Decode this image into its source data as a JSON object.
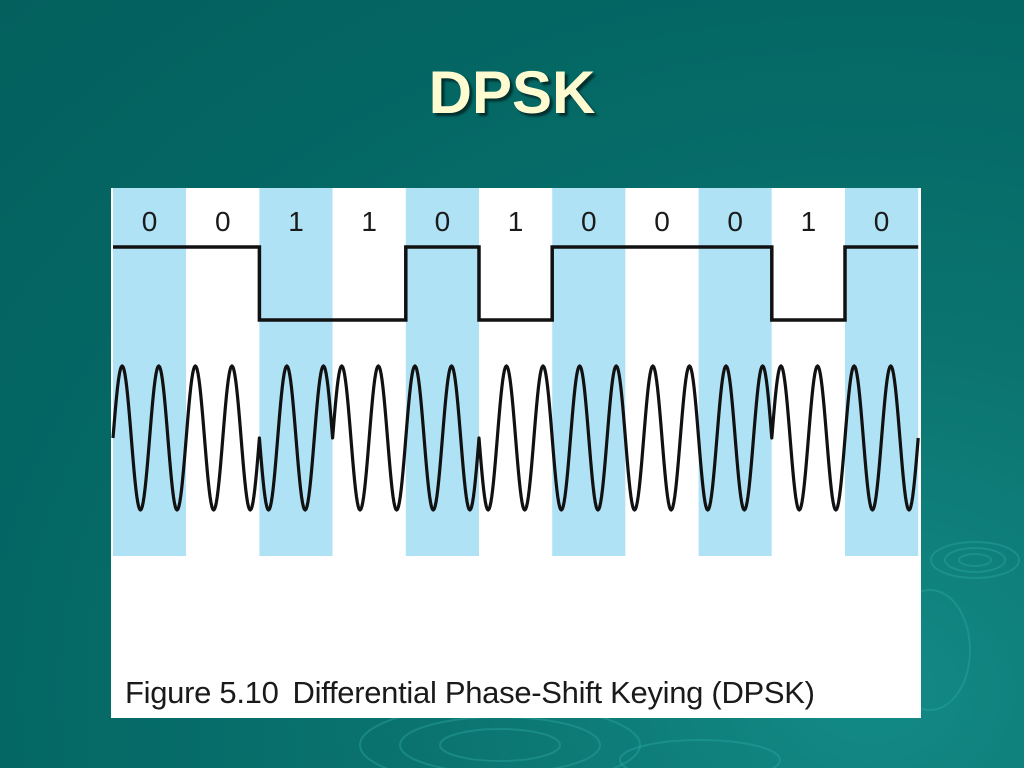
{
  "slide": {
    "title": "DPSK",
    "background_color": "#046764",
    "title_color": "#fffbd0"
  },
  "figure": {
    "number": "Figure 5.10",
    "caption": "Differential Phase-Shift Keying (DPSK)",
    "bits": [
      "0",
      "0",
      "1",
      "1",
      "0",
      "1",
      "0",
      "0",
      "0",
      "1",
      "0"
    ],
    "signal_levels": [
      "high",
      "high",
      "low",
      "low",
      "high",
      "low",
      "high",
      "high",
      "high",
      "low",
      "high"
    ],
    "cycles_per_bit": 2,
    "band_colors": [
      "#b0e2f6",
      "#ffffff"
    ],
    "line_color": "#111111"
  }
}
